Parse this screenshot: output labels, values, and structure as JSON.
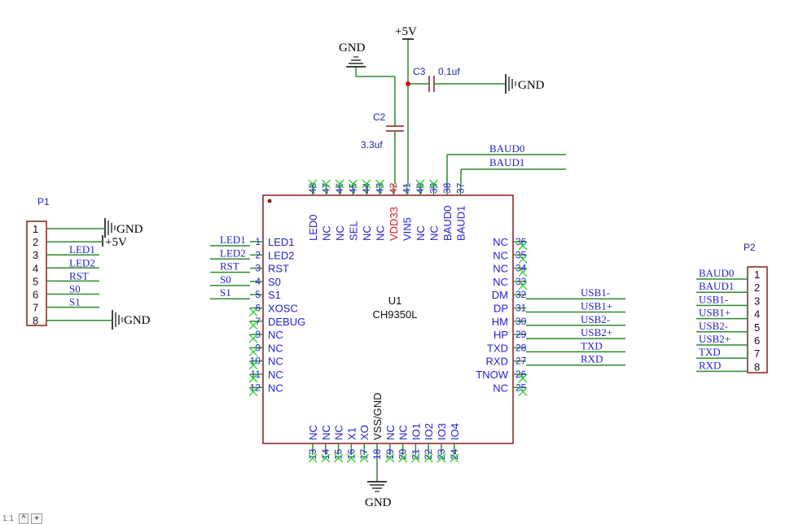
{
  "power": {
    "gnd": "GND",
    "vcc": "+5V"
  },
  "caps": [
    {
      "ref": "C3",
      "value": "0.1uf"
    },
    {
      "ref": "C2",
      "value": "3.3uf"
    }
  ],
  "u1": {
    "ref": "U1",
    "part": "CH9350L",
    "left_pins": [
      {
        "num": "1",
        "name": "LED1",
        "net": "LED1"
      },
      {
        "num": "2",
        "name": "LED2",
        "net": "LED2"
      },
      {
        "num": "3",
        "name": "RST",
        "net": "RST"
      },
      {
        "num": "4",
        "name": "S0",
        "net": "S0"
      },
      {
        "num": "5",
        "name": "S1",
        "net": "S1"
      },
      {
        "num": "6",
        "name": "XOSC",
        "net": ""
      },
      {
        "num": "7",
        "name": "DEBUG",
        "net": ""
      },
      {
        "num": "8",
        "name": "NC",
        "net": ""
      },
      {
        "num": "9",
        "name": "NC",
        "net": ""
      },
      {
        "num": "10",
        "name": "NC",
        "net": ""
      },
      {
        "num": "11",
        "name": "NC",
        "net": ""
      },
      {
        "num": "12",
        "name": "NC",
        "net": ""
      }
    ],
    "right_pins": [
      {
        "num": "36",
        "name": "NC",
        "net": ""
      },
      {
        "num": "35",
        "name": "NC",
        "net": ""
      },
      {
        "num": "34",
        "name": "NC",
        "net": ""
      },
      {
        "num": "33",
        "name": "NC",
        "net": ""
      },
      {
        "num": "32",
        "name": "DM",
        "net": "USB1-"
      },
      {
        "num": "31",
        "name": "DP",
        "net": "USB1+"
      },
      {
        "num": "30",
        "name": "HM",
        "net": "USB2-"
      },
      {
        "num": "29",
        "name": "HP",
        "net": "USB2+"
      },
      {
        "num": "28",
        "name": "TXD",
        "net": "TXD"
      },
      {
        "num": "27",
        "name": "RXD",
        "net": "RXD"
      },
      {
        "num": "26",
        "name": "TNOW",
        "net": ""
      },
      {
        "num": "25",
        "name": "NC",
        "net": ""
      }
    ],
    "top_pins": [
      {
        "num": "48",
        "name": "LED0"
      },
      {
        "num": "47",
        "name": "NC"
      },
      {
        "num": "46",
        "name": "NC"
      },
      {
        "num": "45",
        "name": "SEL"
      },
      {
        "num": "44",
        "name": "NC"
      },
      {
        "num": "43",
        "name": "NC"
      },
      {
        "num": "42",
        "name": "VDD33"
      },
      {
        "num": "41",
        "name": "VIN5"
      },
      {
        "num": "40",
        "name": "NC"
      },
      {
        "num": "39",
        "name": "NC"
      },
      {
        "num": "38",
        "name": "BAUD0"
      },
      {
        "num": "37",
        "name": "BAUD1"
      }
    ],
    "bottom_pins": [
      {
        "num": "13",
        "name": "NC"
      },
      {
        "num": "14",
        "name": "NC"
      },
      {
        "num": "15",
        "name": "NC"
      },
      {
        "num": "16",
        "name": "X1"
      },
      {
        "num": "17",
        "name": "XO"
      },
      {
        "num": "18",
        "name": "VSS/GND"
      },
      {
        "num": "19",
        "name": "NC"
      },
      {
        "num": "20",
        "name": "NC"
      },
      {
        "num": "21",
        "name": "IO1"
      },
      {
        "num": "22",
        "name": "IO2"
      },
      {
        "num": "23",
        "name": "IO3"
      },
      {
        "num": "24",
        "name": "IO4"
      }
    ],
    "top_nets": [
      "BAUD0",
      "BAUD1"
    ]
  },
  "p1": {
    "ref": "P1",
    "pins": [
      {
        "num": "1",
        "net": "GND"
      },
      {
        "num": "2",
        "net": "+5V"
      },
      {
        "num": "3",
        "net": "LED1"
      },
      {
        "num": "4",
        "net": "LED2"
      },
      {
        "num": "5",
        "net": "RST"
      },
      {
        "num": "6",
        "net": "S0"
      },
      {
        "num": "7",
        "net": "S1"
      },
      {
        "num": "8",
        "net": "GND"
      }
    ]
  },
  "p2": {
    "ref": "P2",
    "pins": [
      {
        "num": "1",
        "net": "BAUD0"
      },
      {
        "num": "2",
        "net": "BAUD1"
      },
      {
        "num": "3",
        "net": "USB1-"
      },
      {
        "num": "4",
        "net": "USB1+"
      },
      {
        "num": "5",
        "net": "USB2-"
      },
      {
        "num": "6",
        "net": "USB2+"
      },
      {
        "num": "7",
        "net": "TXD"
      },
      {
        "num": "8",
        "net": "RXD"
      }
    ]
  },
  "zoom": {
    "value": "1:1",
    "down": "^",
    "up": "+"
  },
  "colors": {
    "wire": "#2e8b2e",
    "body": "#8a1c1c",
    "text": "#2222cc",
    "nc": "#33cc33",
    "junction": "#cc1111",
    "highlight": "#cc2222"
  }
}
